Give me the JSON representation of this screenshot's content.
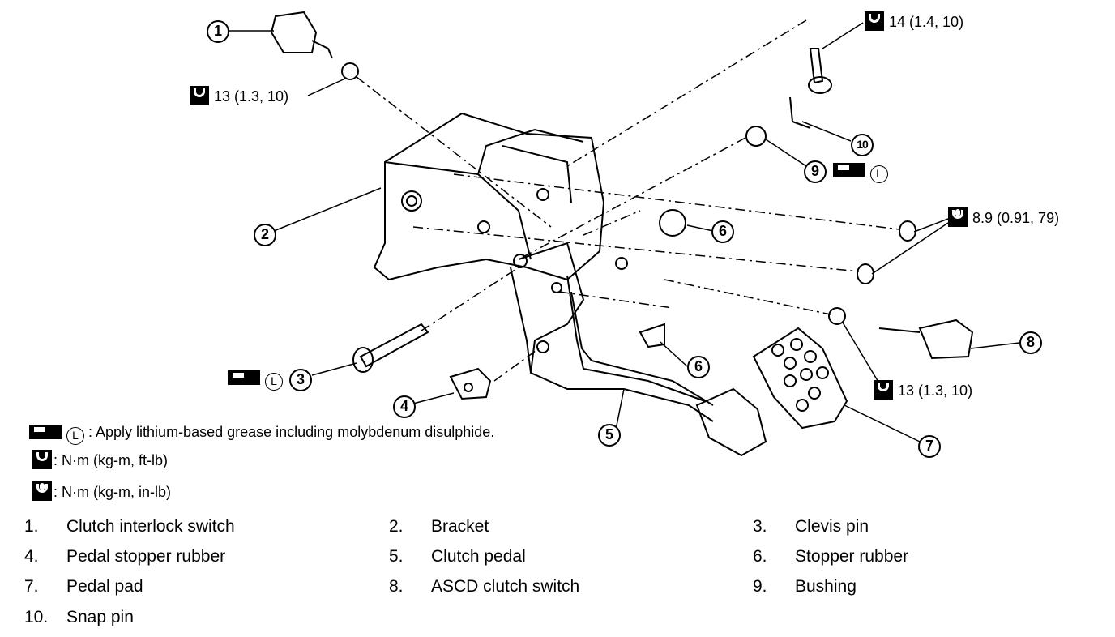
{
  "callouts": [
    "1",
    "2",
    "3",
    "4",
    "5",
    "6",
    "6",
    "7",
    "8",
    "9",
    "10"
  ],
  "torques": {
    "t1": "14 (1.4, 10)",
    "t2": "13 (1.3, 10)",
    "t3": "8.9 (0.91, 79)",
    "t4": "13 (1.3, 10)"
  },
  "legend": {
    "grease_letter": "L",
    "grease_text": ": Apply lithium-based grease including molybdenum disulphide.",
    "unit_ftlb": ": N·m (kg-m, ft-lb)",
    "unit_inlb": ": N·m (kg-m, in-lb)"
  },
  "parts": [
    {
      "num": "1.",
      "name": "Clutch interlock switch"
    },
    {
      "num": "2.",
      "name": "Bracket"
    },
    {
      "num": "3.",
      "name": "Clevis pin"
    },
    {
      "num": "4.",
      "name": "Pedal stopper rubber"
    },
    {
      "num": "5.",
      "name": "Clutch pedal"
    },
    {
      "num": "6.",
      "name": "Stopper rubber"
    },
    {
      "num": "7.",
      "name": "Pedal pad"
    },
    {
      "num": "8.",
      "name": "ASCD clutch switch"
    },
    {
      "num": "9.",
      "name": "Bushing"
    },
    {
      "num": "10.",
      "name": "Snap pin"
    }
  ]
}
